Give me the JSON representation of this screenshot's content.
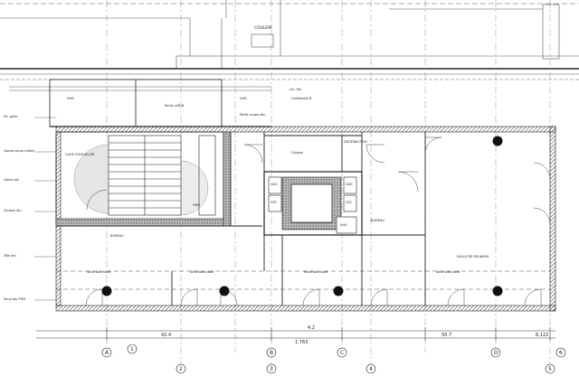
{
  "rooms": {
    "couloir": "COULOIR",
    "cage_escalier": "CAGE D'ESCALIER",
    "distribution": "DISTRIBUTION",
    "bureau_left": "BUREAU",
    "bureau_right": "BUREAU",
    "salle_reunion": "SALLE DE REUNION"
  },
  "equipment": {
    "ahu": "AHU",
    "ghc": [
      "GHC",
      "GHC"
    ],
    "gtc": [
      "GTC",
      "GTC"
    ]
  },
  "labels": {
    "vmc": [
      "VMC",
      "VMC",
      "VMC"
    ],
    "pl_w": "Porte LAR N",
    "cvl": "Caillebotis B",
    "lm": "Lm. Mu",
    "cln": "Cloison",
    "fvc": "Porte coupe-feu",
    "door_notes": [
      "Seuil bas pavé",
      "Seuil bas pavé",
      "Seuil bas pavé",
      "Seuil bas pavé"
    ],
    "left_notes": [
      "EX. pilier",
      "Garde-corps métal.",
      "Gaine alu",
      "Cloison alu",
      "Tôle alu",
      "Seuil alu PVM"
    ]
  },
  "dimensions": {
    "d1": "42.4",
    "d2": "50.7",
    "d3": "6.122",
    "d4": "1.763",
    "d5": "4.2"
  },
  "axes": {
    "letters": [
      "A",
      "B",
      "C",
      "D"
    ],
    "numbers": [
      "1",
      "2",
      "3",
      "4",
      "5",
      "6"
    ]
  }
}
